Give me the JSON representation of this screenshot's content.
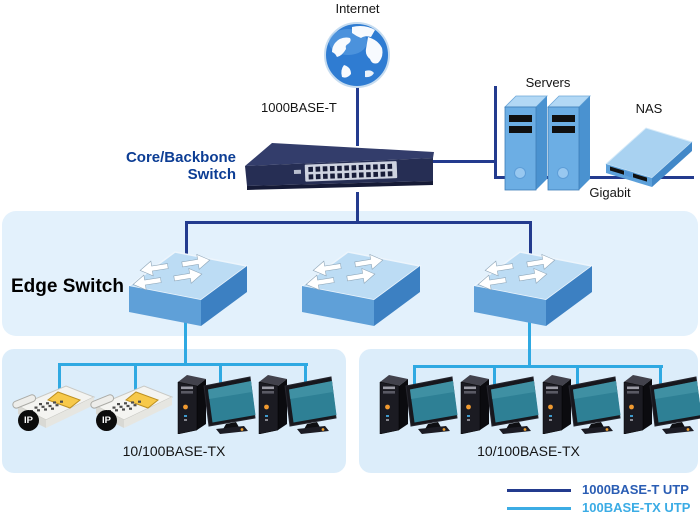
{
  "colors": {
    "gigabit_line": "#233B8E",
    "fast_ethernet_line": "#2FA9E2",
    "band_background": "#E3F1FC",
    "panel_background": "#DCEDFA",
    "core_label_color": "#0C3D94"
  },
  "nodes": {
    "internet": "Internet",
    "core_switch_line1": "Core/Backbone",
    "core_switch_line2": "Switch",
    "servers": "Servers",
    "nas": "NAS",
    "edge_switch": "Edge Switch",
    "ip_badge": "IP"
  },
  "links": {
    "uplink": "1000BASE-T",
    "gigabit": "Gigabit",
    "lan_left": "10/100BASE-TX",
    "lan_right": "10/100BASE-TX"
  },
  "legend": {
    "items": [
      {
        "label": "1000BASE-T UTP",
        "color": "#233B8E"
      },
      {
        "label": "100BASE-TX UTP",
        "color": "#3CACE4"
      }
    ]
  },
  "icons": [
    "internet-globe",
    "core-switch",
    "edge-switch",
    "server",
    "nas",
    "ip-phone",
    "desktop-pc"
  ]
}
